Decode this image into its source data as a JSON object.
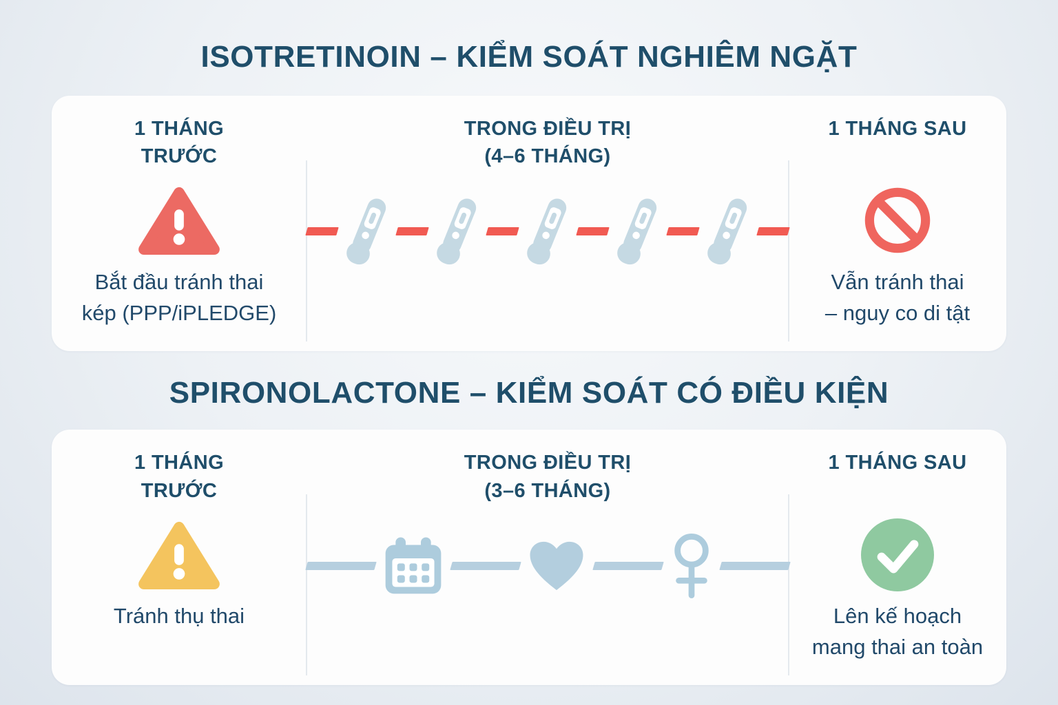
{
  "colors": {
    "background": "#e9eef3",
    "card": "#fdfdfd",
    "text_navy": "#1f4e6a",
    "divider": "#e4e9ee",
    "red_accent": "#ec6a63",
    "red_line": "#f15a52",
    "yellow_accent": "#f4c45e",
    "green_accent": "#8fc9a0",
    "icon_light_blue": "#c5d9e3",
    "icon_blue": "#adccdd",
    "blue_line": "#b6cfdf"
  },
  "sections": [
    {
      "title": "ISOTRETINOIN – KIỂM SOÁT NGHIÊM NGẶT",
      "before": {
        "heading": "1 THÁNG\nTRƯỚC",
        "icon": "red-warning-triangle",
        "caption": "Bắt đầu tránh thai\nkép (PPP/iPLEDGE)"
      },
      "during": {
        "heading": "TRONG ĐIỀU TRỊ\n(4–6 THÁNG)",
        "icon": "pregnancy-test",
        "icon_count": 5,
        "line_style": "red-dashed"
      },
      "after": {
        "heading": "1 THÁNG SAU",
        "icon": "no-entry-sign",
        "caption": "Vẫn tránh thai\n– nguy co di tật"
      }
    },
    {
      "title": "SPIRONOLACTONE – KIỂM SOÁT CÓ ĐIỀU KIỆN",
      "before": {
        "heading": "1 THÁNG\nTRƯỚC",
        "icon": "yellow-warning-triangle",
        "caption": "Tránh thụ thai"
      },
      "during": {
        "heading": "TRONG ĐIỀU TRỊ\n(3–6 THÁNG)",
        "icons": [
          "calendar",
          "heart",
          "female-symbol"
        ],
        "line_style": "blue"
      },
      "after": {
        "heading": "1 THÁNG SAU",
        "icon": "green-check-circle",
        "caption": "Lên kế hoạch\nmang thai an toàn"
      }
    }
  ]
}
